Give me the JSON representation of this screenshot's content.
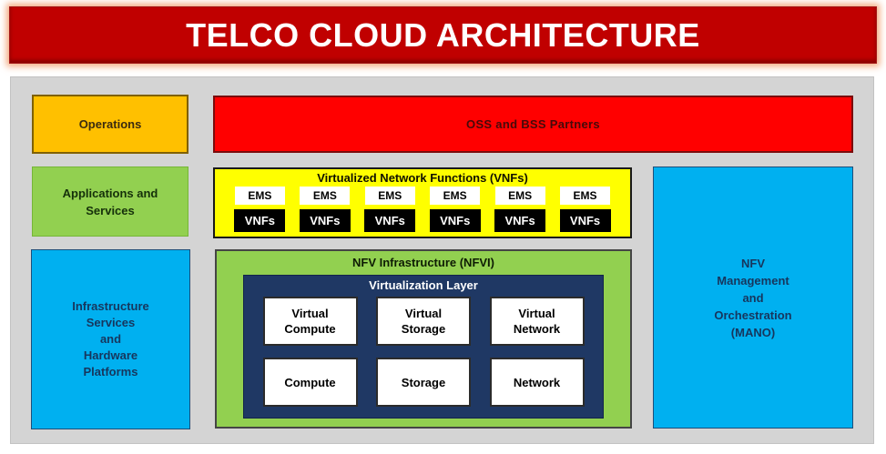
{
  "title_bar": {
    "title": "TELCO CLOUD ARCHITECTURE"
  },
  "left_column": {
    "operations": {
      "label": "Operations"
    },
    "applications": {
      "lines": [
        "Applications and",
        "Services"
      ]
    },
    "infrastructure": {
      "lines": [
        "Infrastructure",
        "Services",
        "and",
        "Hardware",
        "Platforms"
      ]
    }
  },
  "oss_bar": {
    "label": "OSS and BSS Partners"
  },
  "vnf_section": {
    "title": "Virtualized Network Functions (VNFs)",
    "columns": [
      {
        "ems": "EMS",
        "vnfs": "VNFs"
      },
      {
        "ems": "EMS",
        "vnfs": "VNFs"
      },
      {
        "ems": "EMS",
        "vnfs": "VNFs"
      },
      {
        "ems": "EMS",
        "vnfs": "VNFs"
      },
      {
        "ems": "EMS",
        "vnfs": "VNFs"
      },
      {
        "ems": "EMS",
        "vnfs": "VNFs"
      }
    ]
  },
  "nfvi_section": {
    "title": "NFV Infrastructure (NFVI)",
    "virtualization_layer": {
      "title": "Virtualization Layer",
      "row1": [
        "Virtual Compute",
        "Virtual Storage",
        "Virtual Network"
      ],
      "row2": [
        "Compute",
        "Storage",
        "Network"
      ]
    }
  },
  "mano": {
    "lines": [
      "NFV",
      "Management",
      "and",
      "Orchestration",
      "(MANO)"
    ]
  },
  "colors": {
    "title_red": "#C00000",
    "bar_red": "#FF0000",
    "orange": "#FFC000",
    "green": "#92D050",
    "cyan": "#00B0F0",
    "yellow": "#FFFF00",
    "navy": "#1F3864",
    "panel_gray": "#D4D4D4",
    "black": "#000000",
    "white": "#FFFFFF"
  }
}
